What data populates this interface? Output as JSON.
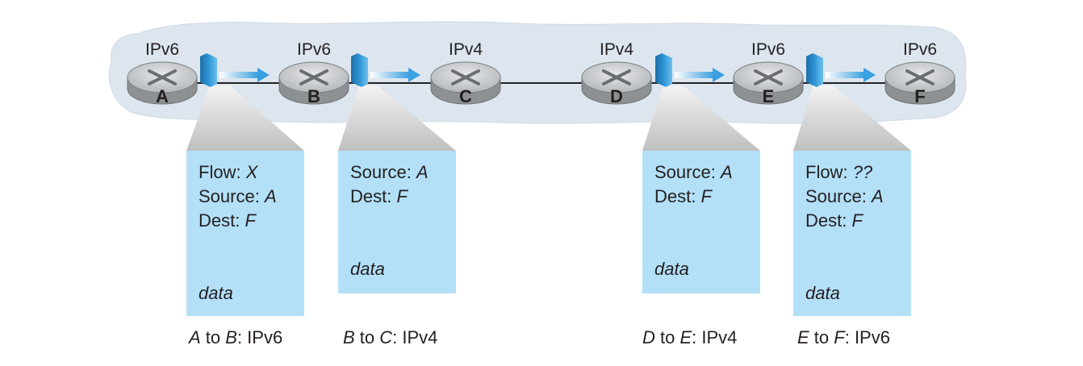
{
  "routers": [
    {
      "id": "A",
      "protocol": "IPv6"
    },
    {
      "id": "B",
      "protocol": "IPv6"
    },
    {
      "id": "C",
      "protocol": "IPv4"
    },
    {
      "id": "D",
      "protocol": "IPv4"
    },
    {
      "id": "E",
      "protocol": "IPv6"
    },
    {
      "id": "F",
      "protocol": "IPv6"
    }
  ],
  "packets": [
    {
      "flow_label": "Flow: ",
      "flow_value": "X",
      "source_label": "Source: ",
      "source_value": "A",
      "dest_label": "Dest: ",
      "dest_value": "F",
      "payload": "data",
      "caption": {
        "from": "A",
        "to_word": " to ",
        "to": "B",
        "protocol": ": IPv6"
      }
    },
    {
      "source_label": "Source: ",
      "source_value": "A",
      "dest_label": "Dest: ",
      "dest_value": "F",
      "payload": "data",
      "caption": {
        "from": "B",
        "to_word": " to ",
        "to": "C",
        "protocol": ": IPv4"
      }
    },
    {
      "source_label": "Source: ",
      "source_value": "A",
      "dest_label": "Dest: ",
      "dest_value": "F",
      "payload": "data",
      "caption": {
        "from": "D",
        "to_word": " to ",
        "to": "E",
        "protocol": ": IPv4"
      }
    },
    {
      "flow_label": "Flow: ",
      "flow_value": "??",
      "source_label": "Source: ",
      "source_value": "A",
      "dest_label": "Dest: ",
      "dest_value": "F",
      "payload": "data",
      "caption": {
        "from": "E",
        "to_word": " to ",
        "to": "F",
        "protocol": ": IPv6"
      }
    }
  ],
  "colors": {
    "network_cloud": "#dde6ee",
    "packet_panel": "#b3e0f7",
    "packet_block": "#2a8fd0",
    "arrow": "#4ba7e0",
    "router_body": "#a7aaad",
    "link": "#231f20"
  }
}
